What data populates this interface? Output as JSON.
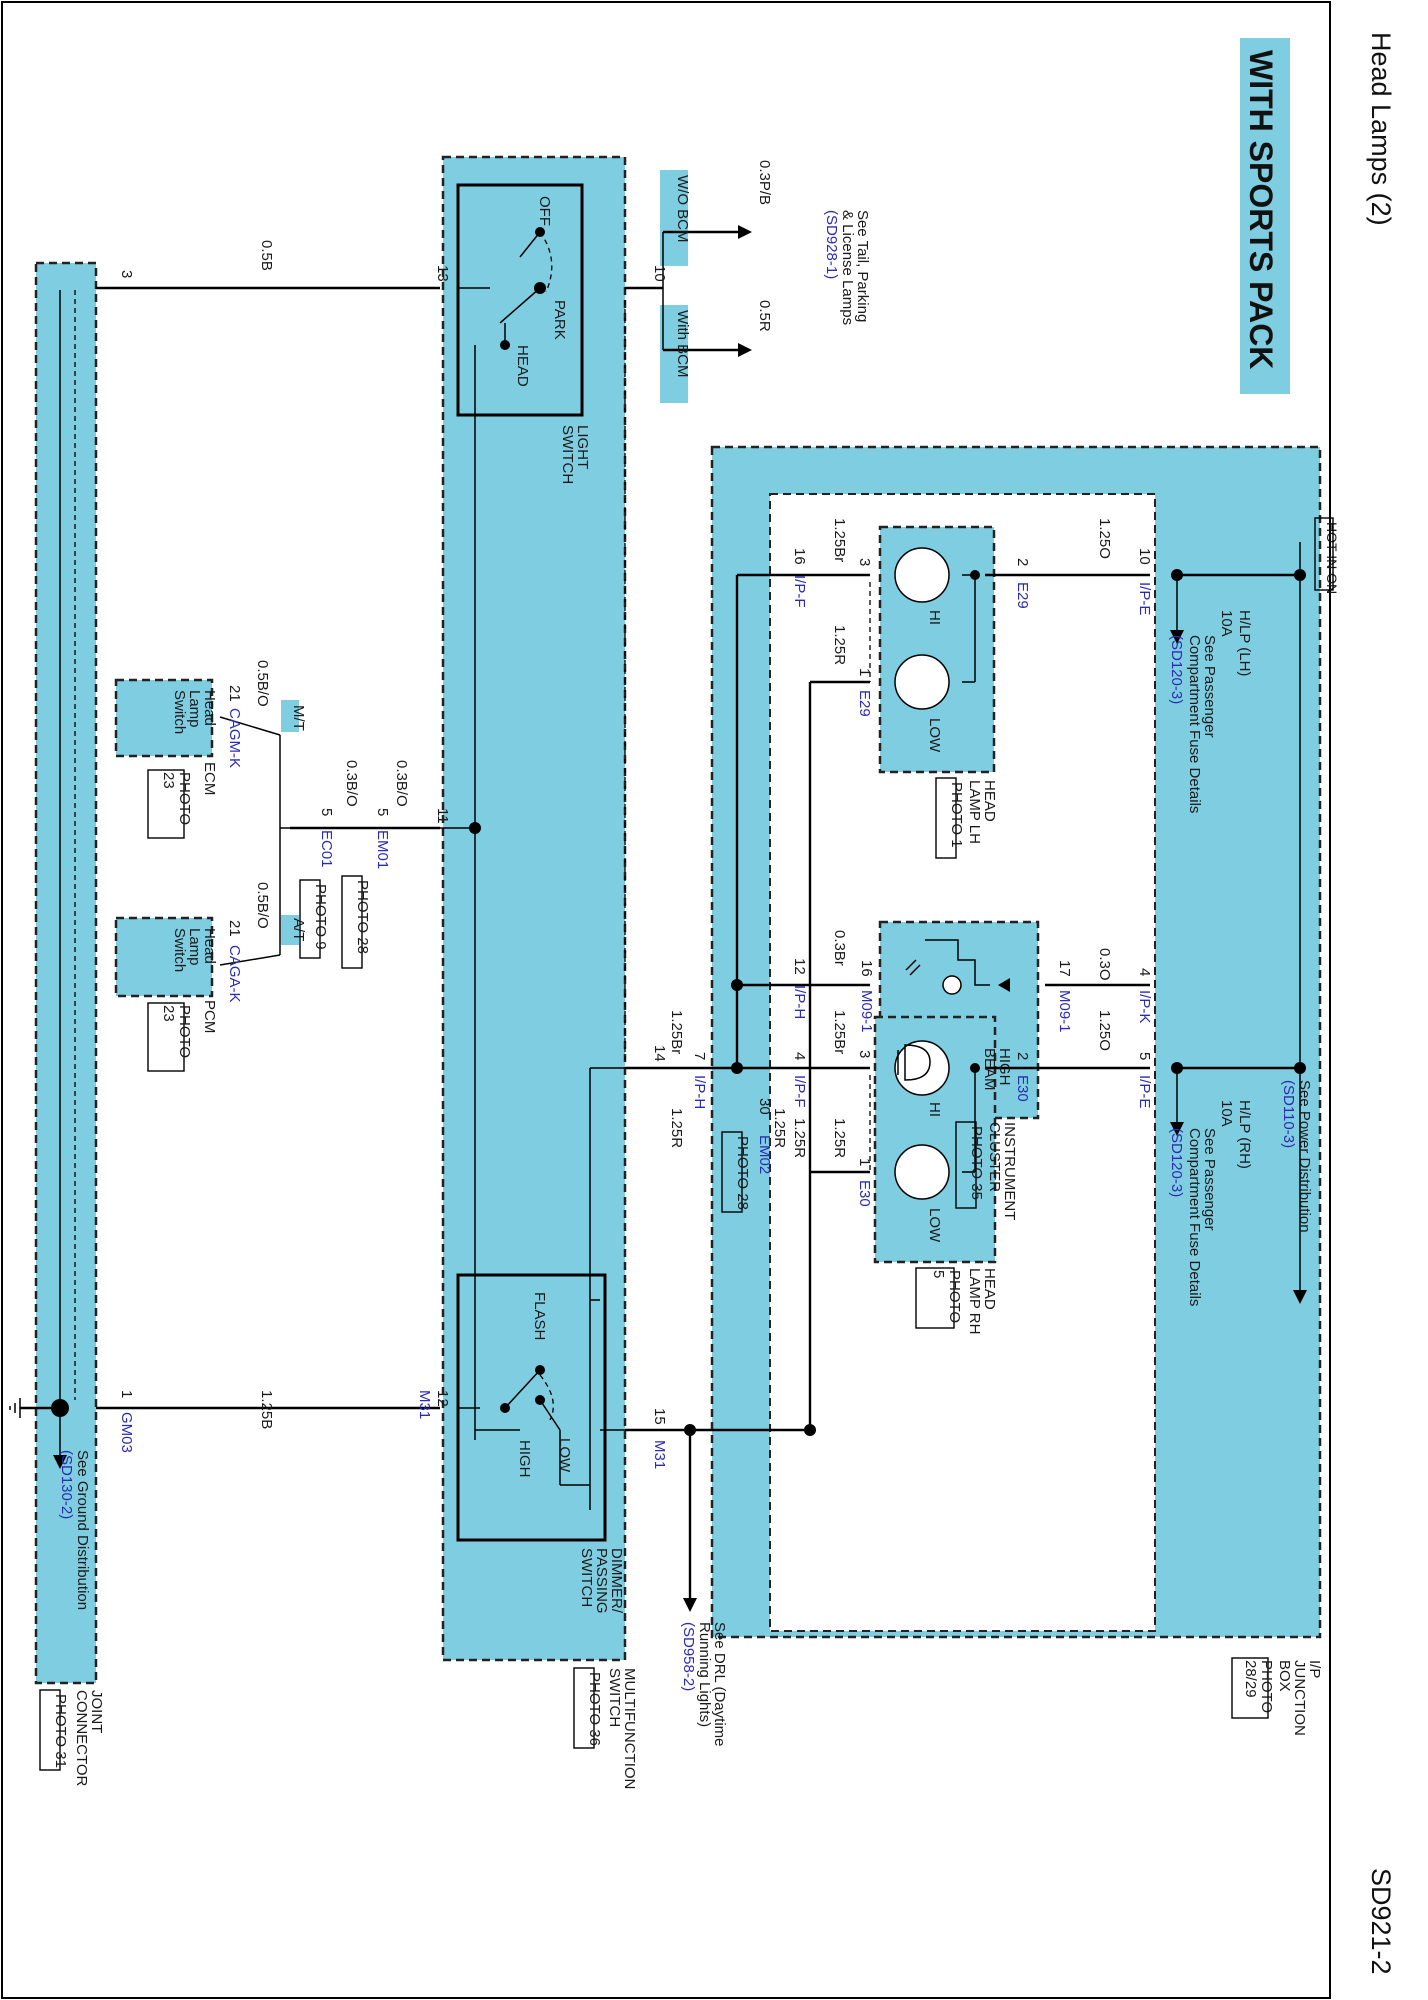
{
  "header": {
    "title": "Head Lamps (2)",
    "page_code": "SD921-2",
    "banner": "WITH SPORTS PACK"
  },
  "hot_in_on": "HOT IN ON",
  "ref_power": {
    "line1": "See Power Distribution",
    "line2": "(SD110-3)"
  },
  "ijb": {
    "line1": "I/P",
    "line2": "JUNCTION",
    "line3": "BOX",
    "photo1": "PHOTO",
    "photo2": "28/29"
  },
  "fuse_lh": {
    "name": "H/LP (LH)",
    "rating": "10A",
    "ref1": "See Passenger",
    "ref2": "Compartment Fuse Details",
    "ref3": "(SD120-3)"
  },
  "fuse_rh": {
    "name": "H/LP (RH)",
    "rating": "10A",
    "ref1": "See Passenger",
    "ref2": "Compartment Fuse Details",
    "ref3": "(SD120-3)"
  },
  "lamp_lh": {
    "l1": "HEAD",
    "l2": "LAMP LH",
    "photo": "PHOTO 1",
    "hi": "HI",
    "low": "LOW"
  },
  "lamp_rh": {
    "l1": "HEAD",
    "l2": "LAMP RH",
    "photo1": "PHOTO",
    "photo2": "5",
    "hi": "HI",
    "low": "LOW"
  },
  "cluster": {
    "l1": "INSTRUMENT",
    "l2": "CLUSTER",
    "photo": "PHOTO 35",
    "hb1": "HIGH",
    "hb2": "BEAM"
  },
  "light_switch": {
    "l1": "LIGHT",
    "l2": "SWITCH",
    "off": "OFF",
    "park": "PARK",
    "head": "HEAD"
  },
  "dimmer": {
    "l1": "DIMMER/",
    "l2": "PASSING",
    "l3": "SWITCH",
    "flash": "FLASH",
    "low": "LOW",
    "high": "HIGH"
  },
  "mfs": {
    "l1": "MULTIFUNCTION",
    "l2": "SWITCH",
    "photo": "PHOTO 36"
  },
  "joint": {
    "l1": "JOINT",
    "l2": "CONNECTOR",
    "photo": "PHOTO 31"
  },
  "tail_ref": {
    "l1": "See Tail, Parking",
    "l2": "& License Lamps",
    "l3": "(SD928-1)"
  },
  "wo_bcm": "W/O BCM",
  "with_bcm": "With BCM",
  "drl_ref": {
    "l1": "See DRL (Daytime",
    "l2": "Running Lights)",
    "l3": "(SD958-2)"
  },
  "ground_ref": {
    "l1": "See Ground Distribution",
    "l2": "(SD130-2)"
  },
  "ecm": {
    "box1": "Head",
    "box2": "Lamp",
    "box3": "Switch",
    "name": "ECM",
    "photo1": "PHOTO",
    "photo2": "23",
    "tag": "M/T",
    "conn": "CAGM-K",
    "pin": "21",
    "wire": "0.5B/O"
  },
  "pcm": {
    "box1": "Head",
    "box2": "Lamp",
    "box3": "Switch",
    "name": "PCM",
    "photo1": "PHOTO",
    "photo2": "23",
    "tag": "A/T",
    "conn": "CAGA-K",
    "pin": "21",
    "wire": "0.5B/O"
  },
  "connectors": {
    "ipe10": "10",
    "ipe": "I/P-E",
    "w_lh_feed": "1.25O",
    "e29_2": "2",
    "e29": "E29",
    "e29_3": "3",
    "e29_1": "1",
    "e29b": "E29",
    "w_lh_hi": "1.25Br",
    "w_lh_low": "1.25R",
    "ipf16": "16",
    "ipf": "I/P-F",
    "ipk4": "4",
    "ipk": "I/P-K",
    "w_ipk": "0.3O",
    "m17": "17",
    "m09": "M09-1",
    "m16": "16",
    "m09b": "M09-1",
    "w_iph": "0.3Br",
    "iph12": "12",
    "iph": "I/P-H",
    "ipe5": "5",
    "ipe2": "I/P-E",
    "w_rh_feed": "1.25O",
    "e30_2": "2",
    "e30": "E30",
    "e30_3": "3",
    "e30_1": "1",
    "e30b": "E30",
    "w_rh_hi": "1.25Br",
    "w_rh_low": "1.25R",
    "ipf4": "4",
    "ipf2": "I/P-F",
    "iph7": "7",
    "iph2": "I/P-H",
    "w_mfs14": "1.25Br",
    "mfs14": "14",
    "em02_30": "30",
    "em02": "EM02",
    "em02_photo": "PHOTO 28",
    "w_em02a": "1.25R",
    "w_em02b": "1.25R",
    "m31_15": "15",
    "m31": "M31",
    "w_m31_15": "1.25R",
    "m31_12": "12",
    "m31b": "M31",
    "w_gnd": "1.25B",
    "gm03_1": "1",
    "gm03": "GM03",
    "em01_11": "11",
    "em01_5": "5",
    "em01": "EM01",
    "em01_photo": "PHOTO 28",
    "w_em01": "0.3B/O",
    "ec01_5": "5",
    "ec01": "EC01",
    "ec01_photo": "PHOTO 9",
    "w_ec01": "0.3B/O",
    "ls13": "13",
    "w_ls13": "0.5B",
    "jc3": "3",
    "ls10": "10",
    "w_wobcm": "0.3P/B",
    "w_withbcm": "0.5R"
  }
}
